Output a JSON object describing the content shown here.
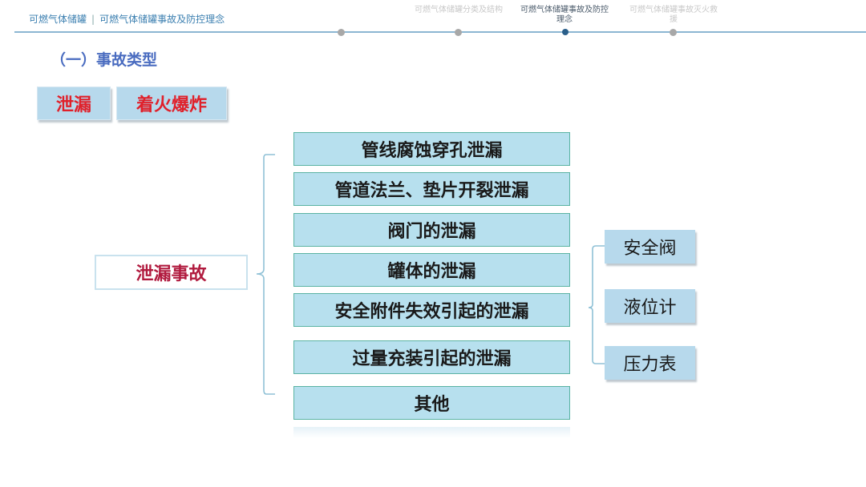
{
  "header": {
    "title": "可燃气体储罐",
    "separator": "|",
    "subtitle": "可燃气体储罐事故及防控理念",
    "nav": [
      {
        "label": "可燃气体储罐分类及结构",
        "active": false
      },
      {
        "label": "可燃气体储罐事故及防控理念",
        "active": true
      },
      {
        "label": "可燃气体储罐事故灭火救援",
        "active": false
      }
    ]
  },
  "section": {
    "heading": "（一）事故类型"
  },
  "tabs": [
    {
      "label": "泄漏"
    },
    {
      "label": "着火爆炸"
    }
  ],
  "tree": {
    "root": "泄漏事故",
    "items": [
      "管线腐蚀穿孔泄漏",
      "管道法兰、垫片开裂泄漏",
      "阀门的泄漏",
      "罐体的泄漏",
      "安全附件失效引起的泄漏",
      "过量充装引起的泄漏",
      "其他"
    ],
    "sub_items": [
      "安全阀",
      "液位计",
      "压力表"
    ]
  },
  "colors": {
    "accent_blue": "#3b7fb0",
    "box_fill": "#b7e0ee",
    "tab_text_red": "#e0202a",
    "root_text": "#b11b3f"
  }
}
